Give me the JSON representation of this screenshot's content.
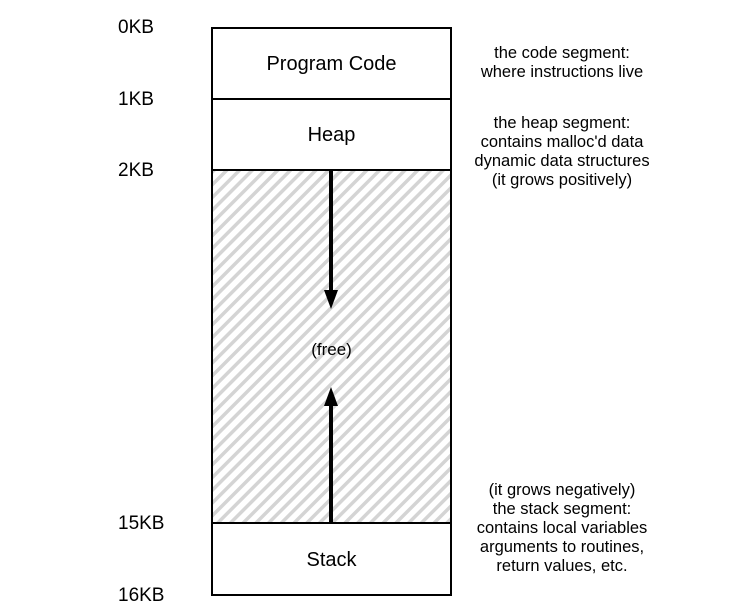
{
  "address_labels": [
    "0KB",
    "1KB",
    "2KB",
    "15KB",
    "16KB"
  ],
  "segments": {
    "code": "Program Code",
    "heap": "Heap",
    "free": "(free)",
    "stack": "Stack"
  },
  "notes": {
    "code": [
      "the code segment:",
      "where instructions live"
    ],
    "heap": [
      "the heap segment:",
      "contains malloc'd data",
      "dynamic data structures",
      "(it grows positively)"
    ],
    "stack": [
      "(it grows negatively)",
      "the stack segment:",
      "contains local variables",
      "arguments to routines,",
      "return values, etc."
    ]
  },
  "colors": {
    "hatch": "#d4d4d4",
    "outline": "#000000"
  }
}
